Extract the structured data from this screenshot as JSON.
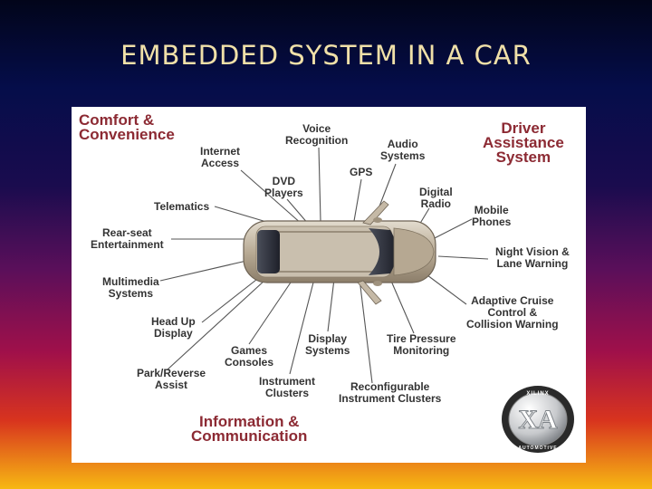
{
  "title": "EMBEDDED SYSTEM IN A CAR",
  "categories": {
    "comfort": "Comfort &\nConvenience",
    "driver": "Driver\nAssistance\nSystem",
    "info": "Information &\nCommunication"
  },
  "labels": {
    "voice": "Voice\nRecognition",
    "internet": "Internet\nAccess",
    "audio": "Audio\nSystems",
    "gps": "GPS",
    "dvd": "DVD\nPlayers",
    "digital_radio": "Digital\nRadio",
    "telematics": "Telematics",
    "mobile": "Mobile\nPhones",
    "rear_seat": "Rear-seat\nEntertainment",
    "night_vision": "Night Vision &\nLane Warning",
    "multimedia": "Multimedia\nSystems",
    "adaptive": "Adaptive Cruise\nControl &\nCollision Warning",
    "hud": "Head Up\nDisplay",
    "display": "Display\nSystems",
    "tire": "Tire Pressure\nMonitoring",
    "games": "Games\nConsoles",
    "park": "Park/Reverse\nAssist",
    "instrument": "Instrument\nClusters",
    "reconfig": "Reconfigurable\nInstrument Clusters"
  },
  "logo": {
    "brand": "XILINX",
    "mark": "XA",
    "sub": "AUTOMOTIVE"
  },
  "colors": {
    "category": "#8c2a33",
    "label": "#333333",
    "title": "#f0e0a8"
  }
}
